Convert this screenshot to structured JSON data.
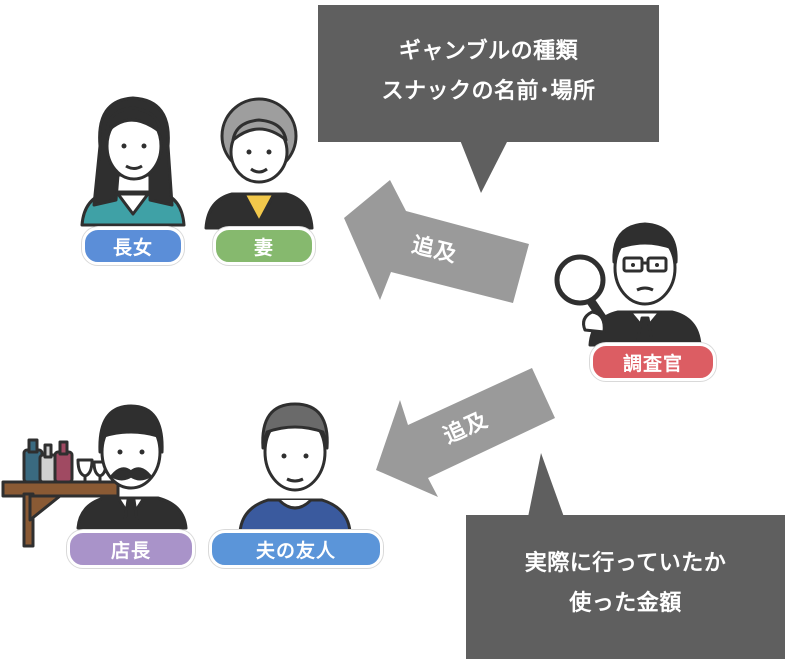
{
  "speech_top": {
    "line1": "ギャンブルの種類",
    "line2": "スナックの名前･場所"
  },
  "speech_bottom": {
    "line1": "実際に行っていたか",
    "line2": "使った金額"
  },
  "arrows": {
    "upper": "追及",
    "lower": "追及"
  },
  "people": {
    "eldest_daughter": {
      "label": "長女",
      "color": "#5b8ed8"
    },
    "wife": {
      "label": "妻",
      "color": "#86b96e"
    },
    "investigator": {
      "label": "調査官",
      "color": "#dc5d63"
    },
    "bar_owner": {
      "label": "店長",
      "color": "#a993c9"
    },
    "husbands_friend": {
      "label": "夫の友人",
      "color": "#5b95d9"
    }
  },
  "colors": {
    "bubble": "#5f5f5f",
    "arrow": "#9a9a9a",
    "outline": "#2f2f2f"
  }
}
